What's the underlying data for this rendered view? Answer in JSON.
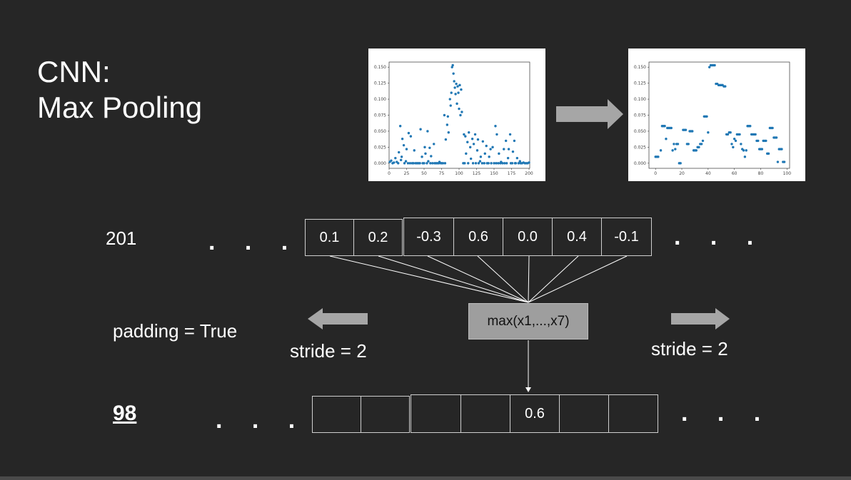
{
  "title": {
    "line1": "CNN:",
    "line2": "Max Pooling"
  },
  "input_length": "201",
  "output_length": "98",
  "input_cells": [
    "0.1",
    "0.2",
    "-0.3",
    "0.6",
    "0.0",
    "0.4",
    "-0.1"
  ],
  "output_cells": [
    "",
    "",
    "",
    "",
    "0.6",
    "",
    ""
  ],
  "operation": "max(x1,...,x7)",
  "padding_label": "padding = True",
  "stride_left_label": "stride = 2",
  "stride_right_label": "stride = 2",
  "ellipsis": ". . .",
  "colors": {
    "background": "#262626",
    "arrow": "#a6a6a6",
    "box": "#9e9e9e",
    "point": "#1f77b4"
  },
  "chart_data": [
    {
      "type": "scatter",
      "xlim": [
        0,
        201
      ],
      "ylim": [
        -0.008,
        0.158
      ],
      "xticks": [
        "0",
        "25",
        "50",
        "75",
        "100",
        "125",
        "150",
        "175",
        "200"
      ],
      "yticks": [
        "0.000",
        "0.025",
        "0.050",
        "0.075",
        "0.100",
        "0.125",
        "0.150"
      ],
      "points": [
        [
          1,
          0.002
        ],
        [
          3,
          0.004
        ],
        [
          5,
          0.0
        ],
        [
          7,
          0.001
        ],
        [
          9,
          0.008
        ],
        [
          11,
          0.002
        ],
        [
          13,
          0.0
        ],
        [
          14,
          0.017
        ],
        [
          16,
          0.058
        ],
        [
          17,
          0.005
        ],
        [
          18,
          0.01
        ],
        [
          19,
          0.038
        ],
        [
          21,
          0.028
        ],
        [
          22,
          0.0
        ],
        [
          24,
          0.003
        ],
        [
          25,
          0.022
        ],
        [
          27,
          0.0
        ],
        [
          28,
          0.047
        ],
        [
          30,
          0.0
        ],
        [
          31,
          0.042
        ],
        [
          33,
          0.0
        ],
        [
          35,
          0.0
        ],
        [
          36,
          0.02
        ],
        [
          38,
          0.0
        ],
        [
          40,
          0.0
        ],
        [
          42,
          0.0
        ],
        [
          44,
          0.0
        ],
        [
          45,
          0.053
        ],
        [
          47,
          0.01
        ],
        [
          48,
          0.0
        ],
        [
          50,
          0.0
        ],
        [
          51,
          0.025
        ],
        [
          52,
          0.015
        ],
        [
          54,
          0.0
        ],
        [
          55,
          0.05
        ],
        [
          56,
          0.003
        ],
        [
          58,
          0.024
        ],
        [
          59,
          0.0
        ],
        [
          60,
          0.011
        ],
        [
          62,
          0.0
        ],
        [
          64,
          0.03
        ],
        [
          65,
          0.0
        ],
        [
          67,
          0.0
        ],
        [
          69,
          0.0
        ],
        [
          71,
          0.0
        ],
        [
          72,
          0.002
        ],
        [
          74,
          0.0
        ],
        [
          75,
          0.0
        ],
        [
          77,
          0.0
        ],
        [
          79,
          0.075
        ],
        [
          80,
          0.0
        ],
        [
          81,
          0.037
        ],
        [
          83,
          0.06
        ],
        [
          84,
          0.073
        ],
        [
          85,
          0.048
        ],
        [
          87,
          0.1
        ],
        [
          88,
          0.09
        ],
        [
          89,
          0.11
        ],
        [
          90,
          0.15
        ],
        [
          91,
          0.153
        ],
        [
          92,
          0.14
        ],
        [
          93,
          0.128
        ],
        [
          94,
          0.118
        ],
        [
          95,
          0.108
        ],
        [
          96,
          0.124
        ],
        [
          97,
          0.093
        ],
        [
          98,
          0.12
        ],
        [
          99,
          0.11
        ],
        [
          100,
          0.085
        ],
        [
          101,
          0.122
        ],
        [
          102,
          0.075
        ],
        [
          103,
          0.115
        ],
        [
          104,
          0.08
        ],
        [
          106,
          0.0
        ],
        [
          107,
          0.045
        ],
        [
          108,
          0.0
        ],
        [
          109,
          0.042
        ],
        [
          110,
          0.015
        ],
        [
          112,
          0.033
        ],
        [
          113,
          0.0
        ],
        [
          114,
          0.048
        ],
        [
          116,
          0.025
        ],
        [
          117,
          0.007
        ],
        [
          119,
          0.038
        ],
        [
          120,
          0.0
        ],
        [
          121,
          0.03
        ],
        [
          123,
          0.045
        ],
        [
          124,
          0.0
        ],
        [
          126,
          0.02
        ],
        [
          127,
          0.037
        ],
        [
          128,
          0.0
        ],
        [
          130,
          0.003
        ],
        [
          131,
          0.01
        ],
        [
          133,
          0.0
        ],
        [
          134,
          0.034
        ],
        [
          136,
          0.0
        ],
        [
          137,
          0.015
        ],
        [
          139,
          0.027
        ],
        [
          140,
          0.0
        ],
        [
          142,
          0.0
        ],
        [
          143,
          0.01
        ],
        [
          145,
          0.022
        ],
        [
          146,
          0.0
        ],
        [
          148,
          0.025
        ],
        [
          150,
          0.0
        ],
        [
          152,
          0.058
        ],
        [
          153,
          0.0
        ],
        [
          154,
          0.045
        ],
        [
          156,
          0.0
        ],
        [
          157,
          0.015
        ],
        [
          159,
          0.0
        ],
        [
          160,
          0.002
        ],
        [
          162,
          0.0
        ],
        [
          164,
          0.022
        ],
        [
          165,
          0.0
        ],
        [
          167,
          0.035
        ],
        [
          168,
          0.0
        ],
        [
          170,
          0.008
        ],
        [
          171,
          0.022
        ],
        [
          173,
          0.045
        ],
        [
          174,
          0.0
        ],
        [
          176,
          0.0
        ],
        [
          177,
          0.018
        ],
        [
          179,
          0.035
        ],
        [
          180,
          0.0
        ],
        [
          181,
          0.0
        ],
        [
          183,
          0.008
        ],
        [
          185,
          0.0
        ],
        [
          187,
          0.003
        ],
        [
          188,
          0.0
        ],
        [
          190,
          0.0
        ],
        [
          192,
          0.001
        ],
        [
          194,
          0.0
        ],
        [
          196,
          0.0
        ],
        [
          198,
          0.0
        ],
        [
          200,
          0.001
        ]
      ]
    },
    {
      "type": "scatter",
      "xlim": [
        -5,
        102
      ],
      "ylim": [
        -0.008,
        0.158
      ],
      "xticks": [
        "0",
        "20",
        "40",
        "60",
        "80",
        "100"
      ],
      "yticks": [
        "0.000",
        "0.025",
        "0.050",
        "0.075",
        "0.100",
        "0.125",
        "0.150"
      ],
      "points": [
        [
          0,
          0.01
        ],
        [
          1,
          0.01
        ],
        [
          2,
          0.01
        ],
        [
          4,
          0.02
        ],
        [
          5,
          0.058
        ],
        [
          6,
          0.058
        ],
        [
          7,
          0.058
        ],
        [
          8,
          0.038
        ],
        [
          9,
          0.055
        ],
        [
          10,
          0.055
        ],
        [
          11,
          0.055
        ],
        [
          12,
          0.055
        ],
        [
          13,
          0.02
        ],
        [
          14,
          0.03
        ],
        [
          15,
          0.022
        ],
        [
          16,
          0.03
        ],
        [
          17,
          0.03
        ],
        [
          18,
          0.0
        ],
        [
          19,
          0.0
        ],
        [
          21,
          0.052
        ],
        [
          22,
          0.052
        ],
        [
          23,
          0.052
        ],
        [
          24,
          0.03
        ],
        [
          25,
          0.03
        ],
        [
          26,
          0.05
        ],
        [
          27,
          0.05
        ],
        [
          28,
          0.05
        ],
        [
          29,
          0.02
        ],
        [
          30,
          0.02
        ],
        [
          31,
          0.02
        ],
        [
          32,
          0.025
        ],
        [
          33,
          0.025
        ],
        [
          34,
          0.03
        ],
        [
          35,
          0.03
        ],
        [
          36,
          0.035
        ],
        [
          37,
          0.073
        ],
        [
          38,
          0.073
        ],
        [
          39,
          0.073
        ],
        [
          40,
          0.048
        ],
        [
          41,
          0.15
        ],
        [
          42,
          0.153
        ],
        [
          43,
          0.153
        ],
        [
          44,
          0.153
        ],
        [
          45,
          0.153
        ],
        [
          46,
          0.124
        ],
        [
          47,
          0.124
        ],
        [
          48,
          0.122
        ],
        [
          49,
          0.122
        ],
        [
          50,
          0.122
        ],
        [
          51,
          0.122
        ],
        [
          52,
          0.12
        ],
        [
          53,
          0.12
        ],
        [
          54,
          0.045
        ],
        [
          55,
          0.045
        ],
        [
          56,
          0.048
        ],
        [
          57,
          0.048
        ],
        [
          58,
          0.03
        ],
        [
          59,
          0.025
        ],
        [
          60,
          0.038
        ],
        [
          61,
          0.035
        ],
        [
          62,
          0.045
        ],
        [
          63,
          0.045
        ],
        [
          64,
          0.045
        ],
        [
          65,
          0.03
        ],
        [
          66,
          0.022
        ],
        [
          67,
          0.02
        ],
        [
          68,
          0.01
        ],
        [
          69,
          0.02
        ],
        [
          70,
          0.058
        ],
        [
          71,
          0.058
        ],
        [
          72,
          0.058
        ],
        [
          73,
          0.045
        ],
        [
          74,
          0.045
        ],
        [
          75,
          0.045
        ],
        [
          76,
          0.045
        ],
        [
          77,
          0.035
        ],
        [
          78,
          0.035
        ],
        [
          79,
          0.022
        ],
        [
          80,
          0.022
        ],
        [
          81,
          0.022
        ],
        [
          82,
          0.035
        ],
        [
          83,
          0.035
        ],
        [
          84,
          0.035
        ],
        [
          85,
          0.015
        ],
        [
          86,
          0.015
        ],
        [
          87,
          0.055
        ],
        [
          88,
          0.055
        ],
        [
          89,
          0.055
        ],
        [
          90,
          0.04
        ],
        [
          91,
          0.04
        ],
        [
          92,
          0.04
        ],
        [
          93,
          0.002
        ],
        [
          94,
          0.022
        ],
        [
          95,
          0.022
        ],
        [
          96,
          0.022
        ],
        [
          97,
          0.002
        ],
        [
          98,
          0.002
        ]
      ]
    }
  ]
}
